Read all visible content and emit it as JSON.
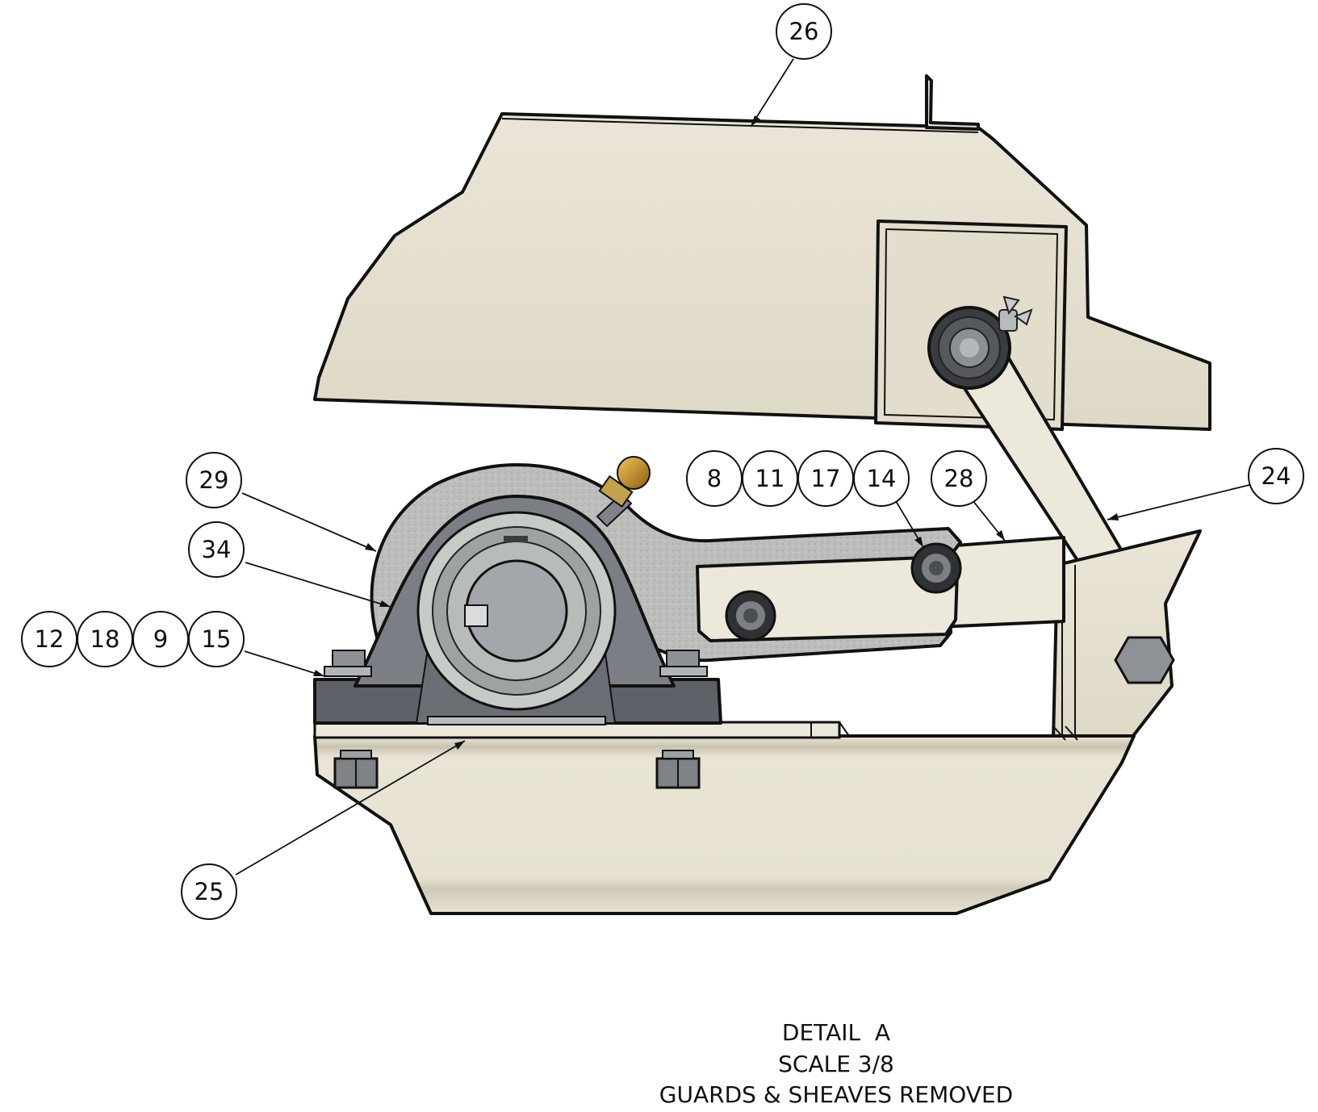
{
  "balloons": {
    "b26": "26",
    "b29": "29",
    "b34": "34",
    "b12": "12",
    "b18": "18",
    "b9": "9",
    "b15": "15",
    "b8": "8",
    "b11": "11",
    "b17": "17",
    "b14": "14",
    "b28": "28",
    "b24": "24",
    "b25": "25"
  },
  "caption": {
    "line1": "DETAIL  A",
    "line2": "SCALE 3/8",
    "line3": "GUARDS & SHEAVES REMOVED"
  },
  "colors": {
    "frame": "#e8e3d3",
    "frame_shade": "#d2ccb8",
    "housing": "#7b7e84",
    "housing_dark": "#5d6066",
    "casting": "#b9b9b7",
    "bearing_ring": "#c7cbc8",
    "grease_fitting": "#c8901e",
    "outline": "#111111"
  }
}
